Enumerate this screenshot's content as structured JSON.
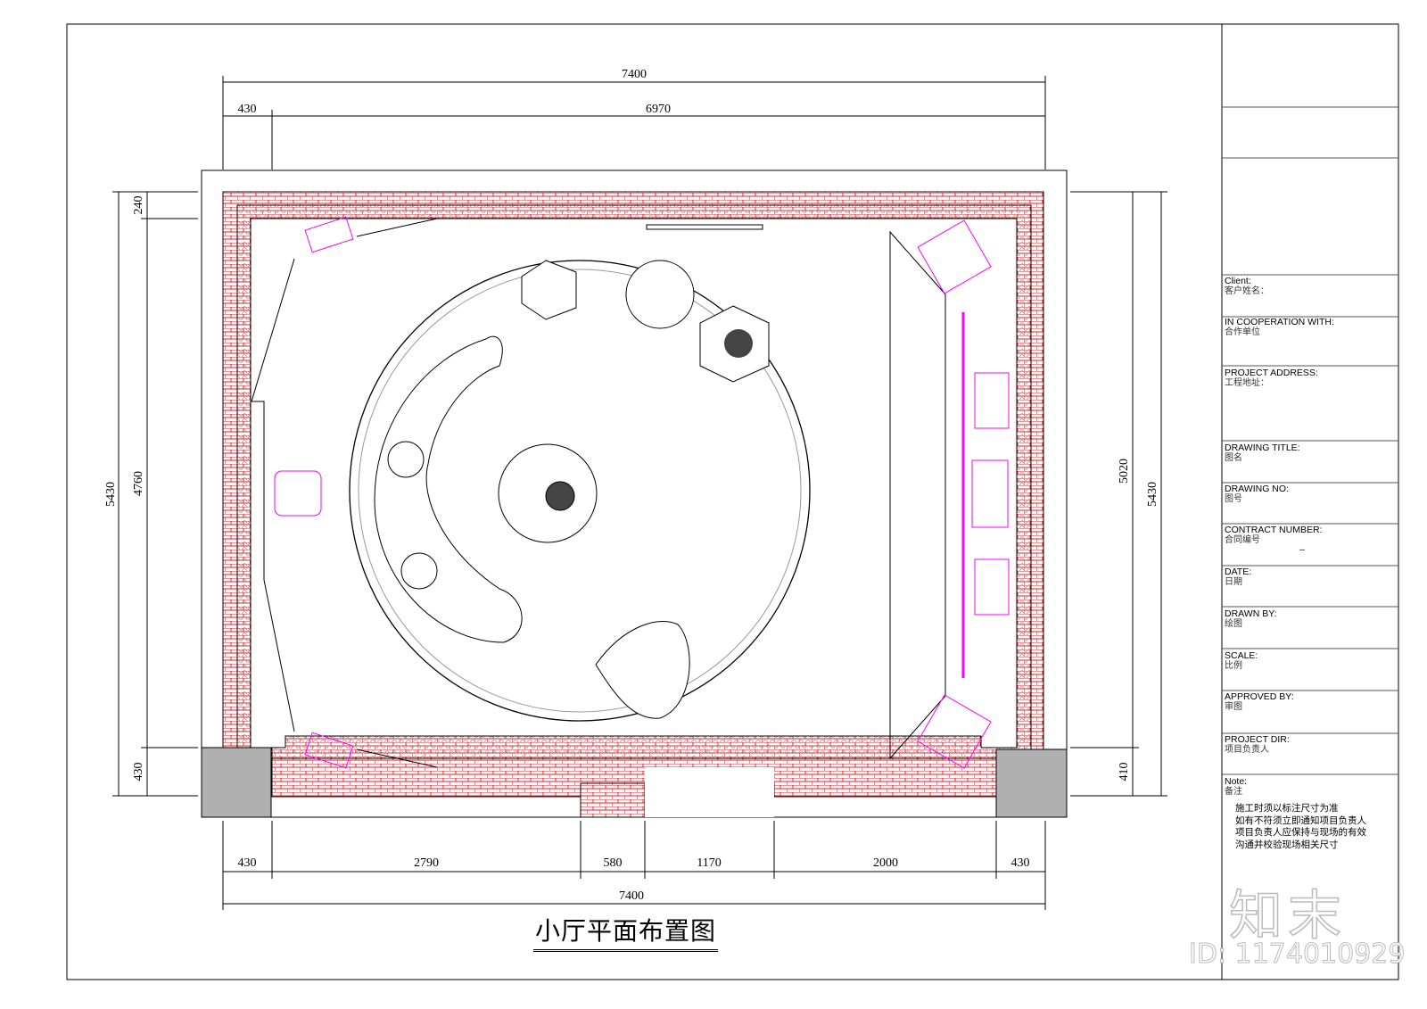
{
  "drawing_title": "小厅平面布置图",
  "dimensions": {
    "top_total": "7400",
    "top_left": "430",
    "top_right": "6970",
    "bottom_segments": [
      "430",
      "2790",
      "580",
      "1170",
      "2000",
      "430"
    ],
    "bottom_total": "7400",
    "left_outer": "5430",
    "left_inner": [
      "240",
      "4760",
      "430"
    ],
    "right_inner": [
      "5020",
      "410"
    ],
    "right_outer": "5430"
  },
  "title_block": [
    {
      "en": "Client:",
      "cn": "客户姓名："
    },
    {
      "en": "IN COOPERATION WITH:",
      "cn": "合作单位"
    },
    {
      "en": "PROJECT ADDRESS:",
      "cn": "工程地址："
    },
    {
      "en": "DRAWING TITLE:",
      "cn": "图名"
    },
    {
      "en": "DRAWING NO:",
      "cn": "图号"
    },
    {
      "en": "CONTRACT NUMBER:",
      "cn": "合同编号",
      "value": "–"
    },
    {
      "en": "DATE:",
      "cn": "日期"
    },
    {
      "en": "DRAWN BY:",
      "cn": "绘图"
    },
    {
      "en": "SCALE:",
      "cn": "比例"
    },
    {
      "en": "APPROVED BY:",
      "cn": "审图"
    },
    {
      "en": "PROJECT DIR:",
      "cn": "项目负责人"
    },
    {
      "en": "Note:",
      "cn": "备注"
    }
  ],
  "notes": [
    "施工时须以标注尺寸为准",
    "如有不符须立即通知项目负责人",
    "项目负责人应保持与现场的有效",
    "沟通并校验现场相关尺寸"
  ],
  "watermark": {
    "logo": "知末",
    "id": "ID: 1174010929"
  },
  "colors": {
    "brick": "#e8202a",
    "furniture_accent": "#ff00ff",
    "column": "#b0b0b0"
  }
}
